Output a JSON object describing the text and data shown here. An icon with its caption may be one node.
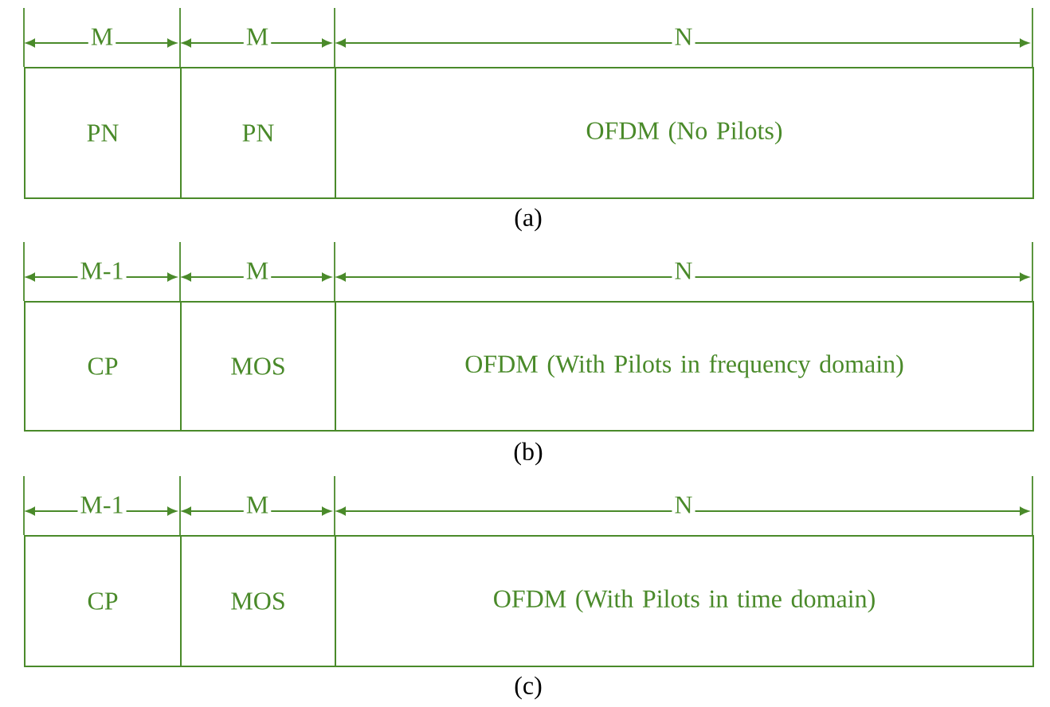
{
  "diagram": {
    "nodes": [
      {
        "text": [
          "PN"
        ]
      },
      {
        "text": [
          "PN"
        ]
      },
      {
        "text": [
          "OFDM (No Pilots)"
        ]
      },
      {
        "text": [
          "CP"
        ]
      },
      {
        "text": [
          "MOS"
        ]
      },
      {
        "text": [
          "OFDM (With Pilots in frequency domain)"
        ]
      },
      {
        "text": [
          "CP"
        ]
      },
      {
        "text": [
          "MOS"
        ]
      },
      {
        "text": [
          "OFDM (With Pilots in time domain)"
        ]
      }
    ],
    "edges": [],
    "labels": [
      "M",
      "M",
      "N",
      "(a)",
      "M-1",
      "M",
      "N",
      "(b)",
      "M-1",
      "M",
      "N",
      "(c)"
    ]
  }
}
